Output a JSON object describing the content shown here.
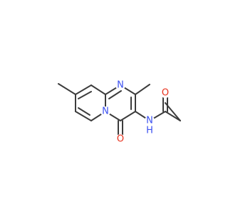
{
  "molecule": {
    "atom_labels": {
      "n_pyrimidine": "N",
      "n_bridgehead": "N",
      "n_amide": "N",
      "h_amide": "H",
      "o_ketone": "O",
      "o_amide": "O"
    },
    "colors": {
      "nitrogen": "#3b50f0",
      "oxygen": "#e8301c",
      "bond": "#3c3c3c",
      "background": "#ffffff"
    }
  }
}
